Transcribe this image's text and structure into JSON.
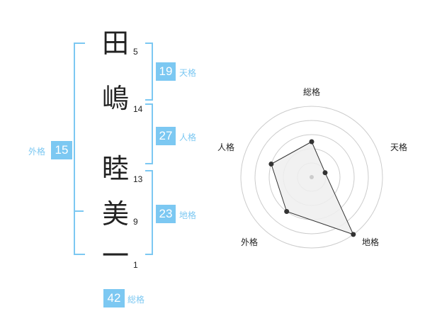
{
  "name_chars": [
    {
      "char": "田",
      "strokes": "5"
    },
    {
      "char": "嶋",
      "strokes": "14"
    },
    {
      "char": "睦",
      "strokes": "13"
    },
    {
      "char": "美",
      "strokes": "9"
    },
    {
      "char": "一",
      "strokes": "1"
    }
  ],
  "kaku": {
    "ten": {
      "value": "19",
      "label": "天格"
    },
    "jin": {
      "value": "27",
      "label": "人格"
    },
    "chi": {
      "value": "23",
      "label": "地格"
    },
    "gai": {
      "value": "15",
      "label": "外格"
    },
    "sou": {
      "value": "42",
      "label": "総格"
    }
  },
  "colors": {
    "accent": "#7cc8f2",
    "text": "#222222",
    "radar_fill": "#efefef",
    "radar_rings": "#cccccc"
  },
  "chart_data": {
    "type": "radar",
    "axes": [
      "総格",
      "天格",
      "地格",
      "外格",
      "人格"
    ],
    "values": [
      2.5,
      1,
      5,
      3,
      3
    ],
    "range": [
      0,
      5
    ],
    "rings": 5
  }
}
